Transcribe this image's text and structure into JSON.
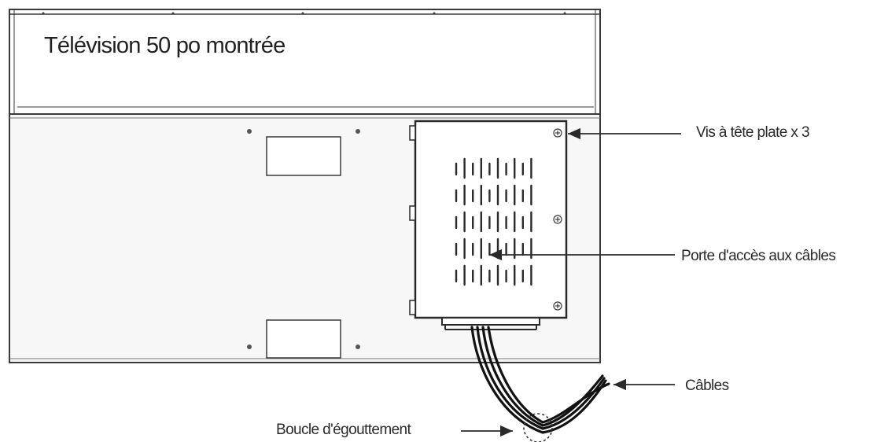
{
  "diagram": {
    "title": "Télévision 50 po montrée",
    "callouts": {
      "flat_head_screws": "Vis à tête plate x 3",
      "cable_access_door": "Porte d'accès aux câbles",
      "cables": "Câbles",
      "drip_loop": "Boucle d'égouttement"
    },
    "colors": {
      "line": "#3a3a3a",
      "panel_fill": "#f7f7f7",
      "door_fill": "#ffffff"
    }
  }
}
